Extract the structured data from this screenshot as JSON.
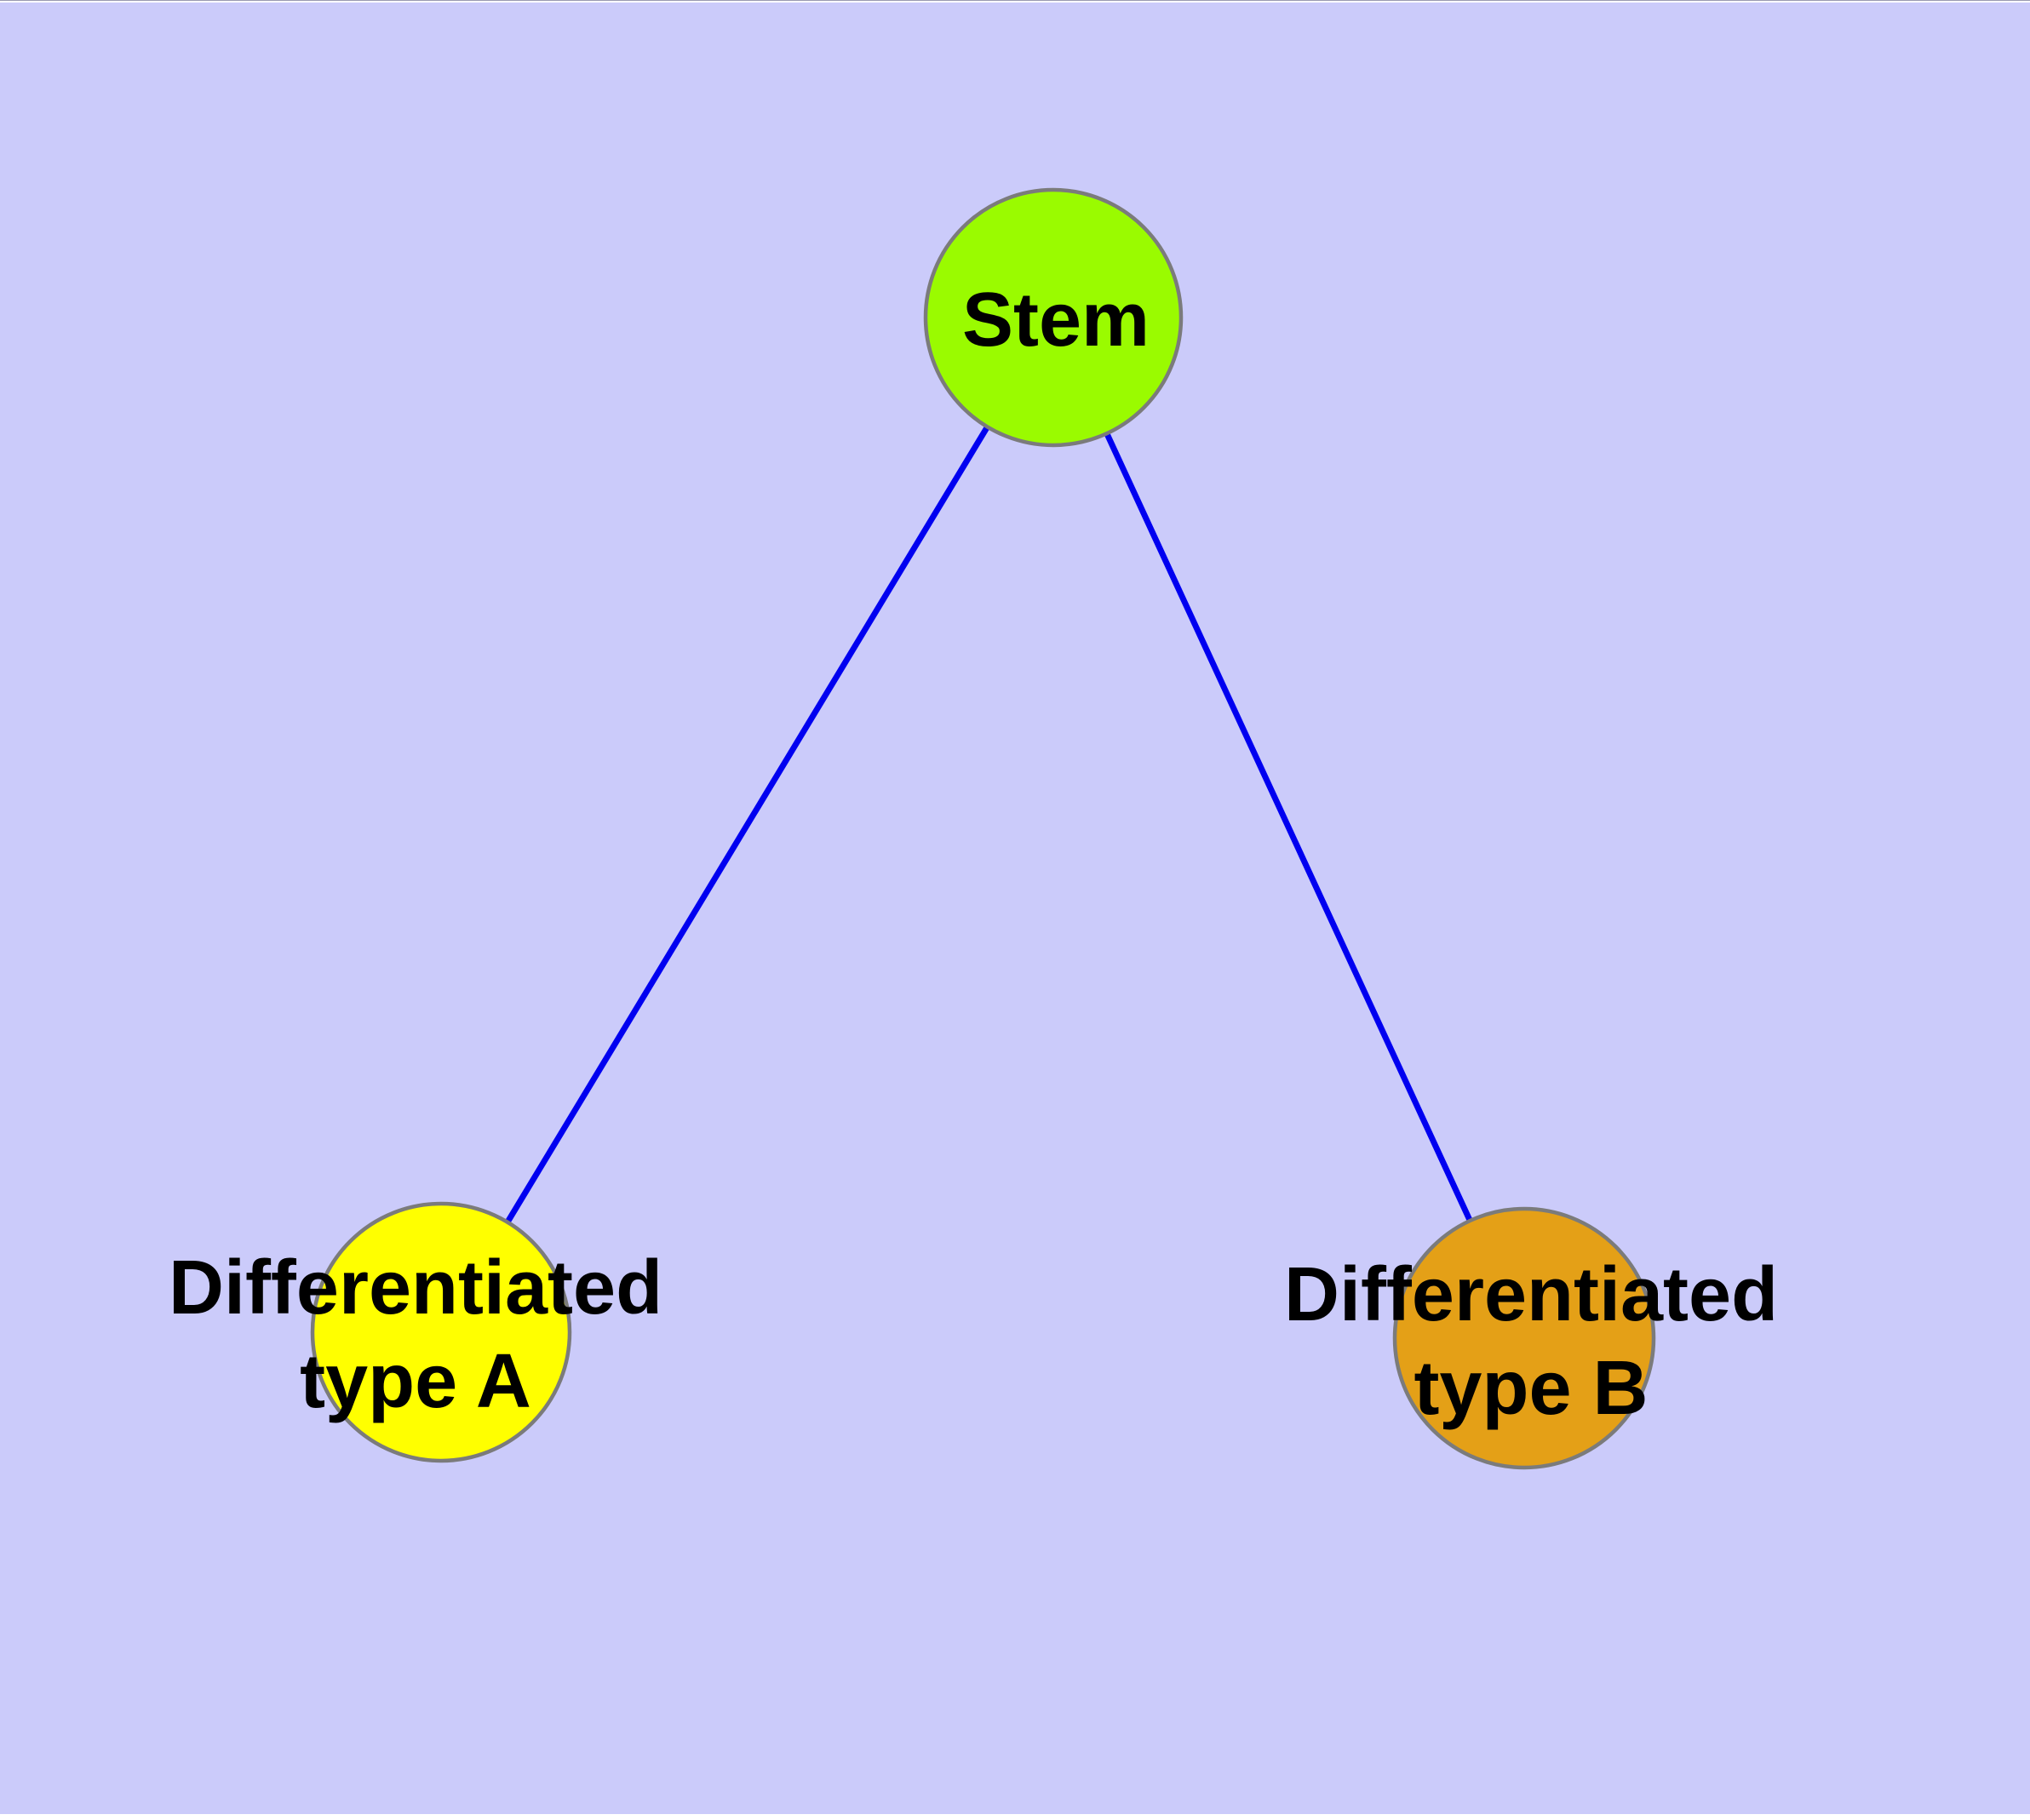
{
  "diagram": {
    "background_color": "#CBCBFA",
    "edge_color": "#0000F0",
    "node_border_color": "#7B7B7B",
    "text_color": "#000000",
    "nodes": [
      {
        "id": "stem",
        "label": "Stem",
        "fill": "#9AFB00"
      },
      {
        "id": "differentiated-type-a",
        "label_line1": "Differentiated",
        "label_line2": "type A",
        "fill": "#FFFF00"
      },
      {
        "id": "differentiated-type-b",
        "label_line1": "Differentiated",
        "label_line2": "type B",
        "fill": "#E4A017"
      }
    ],
    "edges": [
      {
        "from": "Stem",
        "to": "Differentiated type A"
      },
      {
        "from": "Stem",
        "to": "Differentiated type B"
      }
    ]
  }
}
